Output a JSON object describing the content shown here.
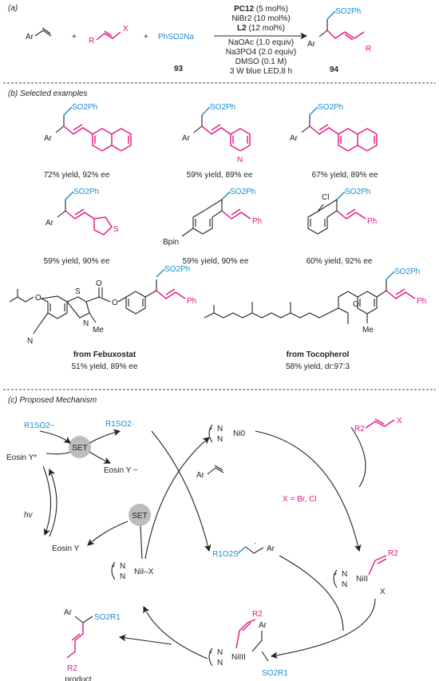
{
  "sections": {
    "a_label": "(a)",
    "b_label": "(b) Selected examples",
    "c_label": "(c) Proposed Mechanism"
  },
  "scheme_a": {
    "ar": "Ar",
    "plus": "+",
    "r": "R",
    "x": "X",
    "sulfinate": "PhSO2Na",
    "sulfinate_num": "93",
    "cond_pc": "PC12",
    "cond_pc_amt": "(5 mol%)",
    "cond_ni": "NiBr2 (10 mol%)",
    "cond_l": "L2",
    "cond_l_amt": "(12 mol%)",
    "cond_base": "NaOAc (1.0 equiv)",
    "cond_phos": "Na3PO4 (2.0 equiv)",
    "cond_solv": "DMSO (0.1 M)",
    "cond_light": "3 W blue LED,8 h",
    "product_num": "94",
    "so2ph": "SO2Ph"
  },
  "examples": [
    {
      "yield": "72% yield, 92% ee"
    },
    {
      "yield": "59% yield, 89% ee"
    },
    {
      "yield": "67% yield, 89% ee"
    },
    {
      "yield": "59% yield, 90% ee"
    },
    {
      "yield": "59% yield, 90% ee"
    },
    {
      "yield": "60% yield, 92% ee"
    }
  ],
  "drugs": [
    {
      "name": "from Febuxostat",
      "yield": "51% yield, 89% ee"
    },
    {
      "name": "from Tocopherol",
      "yield": "58% yield, dr:97:3"
    }
  ],
  "labels": {
    "ar": "Ar",
    "ph": "Ph",
    "bpin": "Bpin",
    "cl": "Cl",
    "s": "S",
    "n": "N",
    "o": "O",
    "me": "Me",
    "so2ph": "SO2Ph"
  },
  "mechanism": {
    "r1so2_anion": "R1SO2−",
    "r1so2_rad": "R1SO2·",
    "set": "SET",
    "eosin_star": "Eosin Y*",
    "eosin_anion": "Eosin Y −",
    "eosin": "Eosin Y",
    "hv": "hv",
    "ni0": "Ni0",
    "ni1": "NiI–X",
    "ni2": "NiII",
    "ni3": "NiIII",
    "x_eq": "X = Br, Cl",
    "ar_alkene": "Ar",
    "alkyl_rad": "R1O2S",
    "r2": "R2",
    "x": "X",
    "so2r1": "SO2R1",
    "product": "product"
  }
}
